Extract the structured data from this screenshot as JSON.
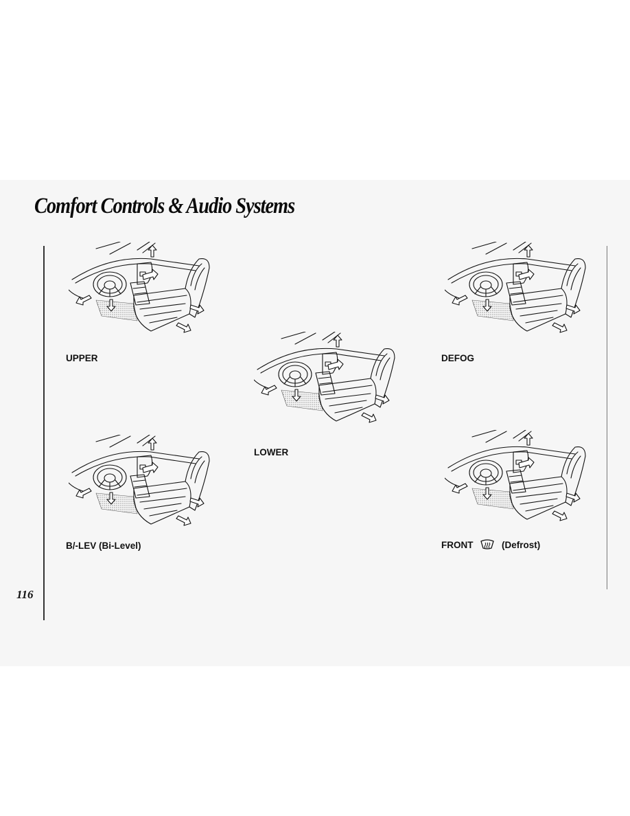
{
  "header": {
    "title": "Comfort Controls & Audio Systems"
  },
  "page_number": "116",
  "modes": {
    "upper": {
      "label": "UPPER"
    },
    "bilevel": {
      "label": "B/-LEV (Bi-Level)"
    },
    "lower": {
      "label": "LOWER"
    },
    "defog": {
      "label": "DEFOG"
    },
    "front": {
      "label_prefix": "FRONT",
      "label_suffix": "(Defrost)",
      "icon": "defrost-icon"
    }
  }
}
